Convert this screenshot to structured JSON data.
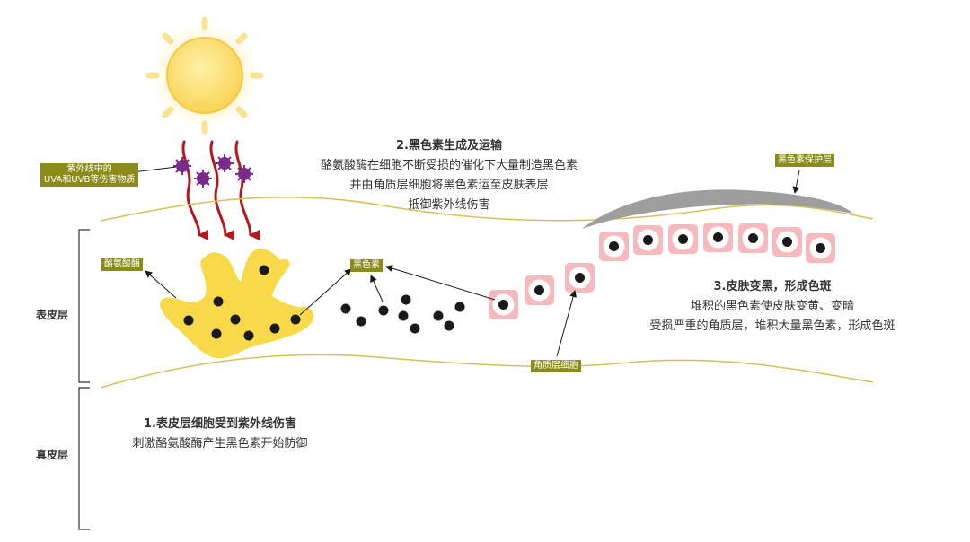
{
  "labels": {
    "uv_line1": "紫外线中的",
    "uv_line2": "UVA和UVB等伤害物质",
    "tyrosinase": "酪氨酸酶",
    "melanin": "黑色素",
    "keratinocyte": "角质层细胞",
    "shield": "黑色素保护层"
  },
  "layers": {
    "epidermis": "表皮层",
    "dermis": "真皮层"
  },
  "step1": {
    "title": "1.表皮层细胞受到紫外线伤害",
    "lines": [
      "刺激酪氨酸酶产生黑色素开始防御"
    ]
  },
  "step2": {
    "title": "2.黑色素生成及运输",
    "lines": [
      "酪氨酸酶在细胞不断受损的催化下大量制造黑色素",
      "并由角质层细胞将黑色素运至皮肤表层",
      "抵御紫外线伤害"
    ]
  },
  "step3": {
    "title": "3.皮肤变黑，形成色斑",
    "lines": [
      "堆积的黑色素使皮肤变黄、变暗",
      "受损严重的角质层，堆积大量黑色素，形成色斑"
    ]
  },
  "colors": {
    "label_bg": "#8b8b1a",
    "boundary": "#d8bf5a",
    "sun": "#fbe07a",
    "ray": "#b8171a",
    "particle": "#7a2a8a",
    "tyrosinase_cell": "#f7d94a",
    "keratinocyte_fill": "#f6b9bd",
    "melanin": "#1a1a1a",
    "shield": "#9e9e9e"
  }
}
